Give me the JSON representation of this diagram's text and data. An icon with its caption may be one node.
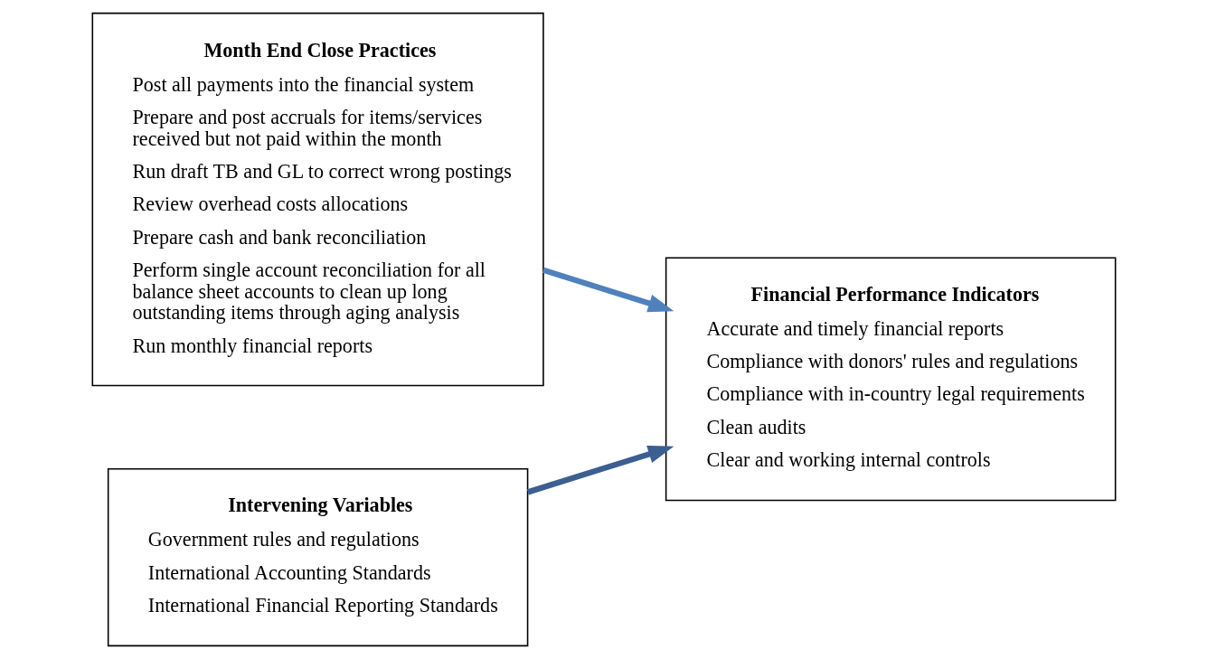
{
  "diagram": {
    "nodes": [
      {
        "text": [
          "Month End Close Practices",
          "Post all payments into the financial system",
          "Prepare and post accruals for items/services received but not paid within the month",
          "Run draft TB and GL to correct wrong postings",
          "Review overhead costs allocations",
          "Prepare cash and bank reconciliation",
          "Perform single account reconciliation for all balance sheet accounts to clean up long outstanding items through aging analysis",
          "Run monthly financial reports"
        ]
      },
      {
        "text": [
          "Financial Performance Indicators",
          "Accurate and timely financial reports",
          "Compliance with donors' rules and regulations",
          "Compliance with in-country legal requirements",
          "Clean audits",
          "Clear and working internal controls"
        ]
      },
      {
        "text": [
          "Intervening Variables",
          "Government rules and regulations",
          "International Accounting Standards",
          "International Financial Reporting Standards"
        ]
      }
    ],
    "edges": [
      {
        "from": 0,
        "to": 1,
        "arrow": "to",
        "color": "#4f81bd"
      },
      {
        "from": 2,
        "to": 1,
        "arrow": "to",
        "color": "#3c5f91"
      }
    ]
  }
}
